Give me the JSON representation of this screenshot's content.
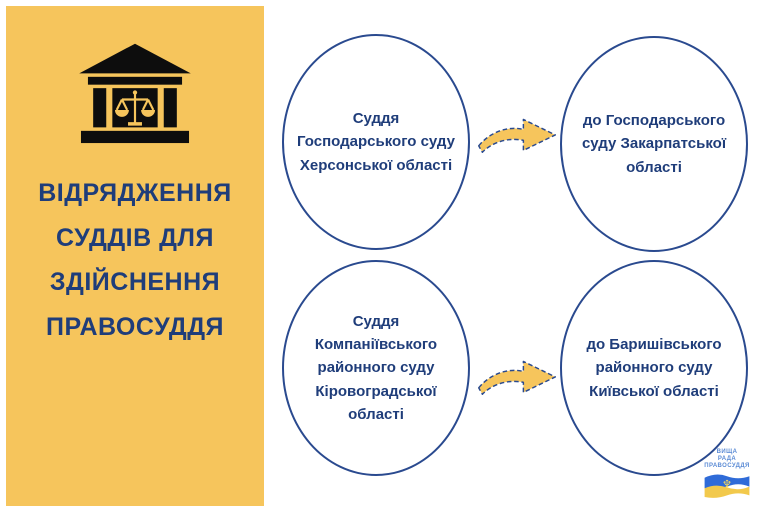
{
  "colors": {
    "panel_yellow": "#F6C55C",
    "navy_text": "#1F3D7A",
    "ellipse_outline": "#2A4A8F",
    "logo_blue": "#5b8bd5"
  },
  "left_panel": {
    "title_lines": [
      "ВІДРЯДЖЕННЯ",
      "СУДДІВ ДЛЯ",
      "ЗДІЙСНЕННЯ",
      "ПРАВОСУДДЯ"
    ]
  },
  "diagram": {
    "rows": [
      {
        "from": "Суддя Господарського суду Херсонської області",
        "to": "до Господарського суду Закарпатської області"
      },
      {
        "from": "Суддя Компаніївського районного суду Кіровоградської області",
        "to": "до Баришівського районного суду Київської області"
      }
    ]
  },
  "logo": {
    "lines": [
      "ВИЩА",
      "РАДА",
      "ПРАВОСУДДЯ"
    ]
  }
}
